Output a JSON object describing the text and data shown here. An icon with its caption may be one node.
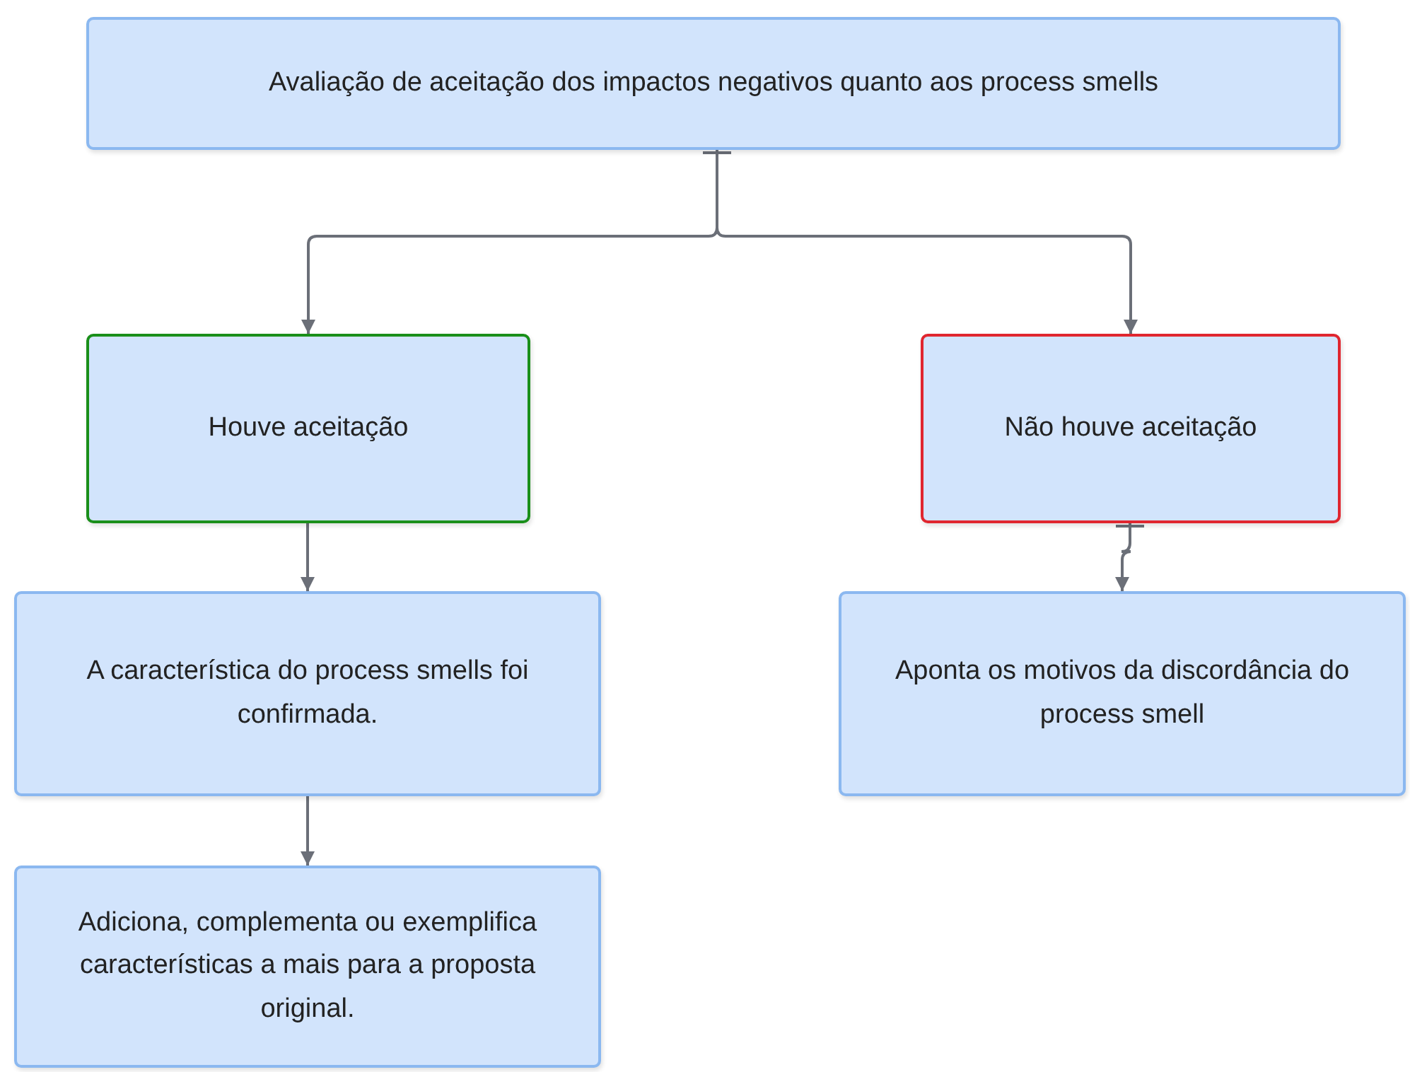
{
  "diagram": {
    "nodes": [
      {
        "text": [
          "Avaliação de aceitação dos impactos negativos quanto aos process smells"
        ]
      },
      {
        "text": [
          "Houve aceitação"
        ]
      },
      {
        "text": [
          "Não houve aceitação"
        ]
      },
      {
        "text": [
          "A característica do process smells foi confirmada."
        ]
      },
      {
        "text": [
          "Aponta os motivos da discordância do process smell"
        ]
      },
      {
        "text": [
          "Adiciona, complementa ou exemplifica características a mais para a proposta original."
        ]
      }
    ],
    "edges": [
      {
        "from": 0,
        "to": 1,
        "arrow": "to"
      },
      {
        "from": 0,
        "to": 2,
        "arrow": "to"
      },
      {
        "from": 1,
        "to": 3,
        "arrow": "to"
      },
      {
        "from": 2,
        "to": 4,
        "arrow": "to"
      },
      {
        "from": 3,
        "to": 5,
        "arrow": "to"
      }
    ]
  }
}
